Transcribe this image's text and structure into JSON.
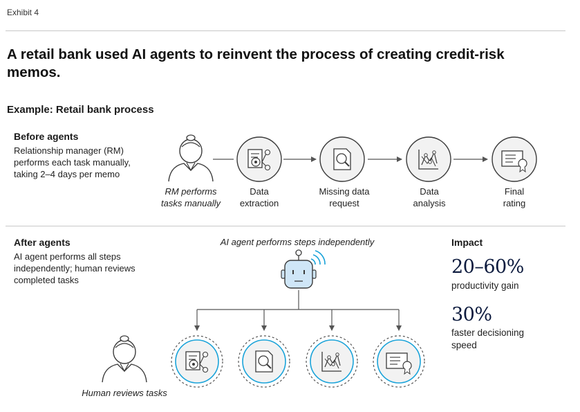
{
  "exhibit": "Exhibit 4",
  "title": "A retail bank used AI agents to reinvent the process of creating credit-risk memos.",
  "example_heading": "Example: Retail bank process",
  "before": {
    "heading": "Before agents",
    "description": "Relationship manager (RM) performs each task manually, taking 2–4 days per memo",
    "person_caption_1": "RM performs",
    "person_caption_2": "tasks manually",
    "steps": [
      {
        "line1": "Data",
        "line2": "extraction",
        "icon": "data-extraction-icon"
      },
      {
        "line1": "Missing data",
        "line2": "request",
        "icon": "document-search-icon"
      },
      {
        "line1": "Data",
        "line2": "analysis",
        "icon": "analysis-chart-icon"
      },
      {
        "line1": "Final",
        "line2": "rating",
        "icon": "certificate-icon"
      }
    ]
  },
  "after": {
    "heading": "After agents",
    "description": "AI agent performs all steps independently; human reviews completed tasks",
    "agent_caption": "AI agent performs steps independently",
    "human_caption": "Human reviews tasks"
  },
  "impact": {
    "heading": "Impact",
    "metric1_value": "20–60%",
    "metric1_label": "productivity gain",
    "metric2_value": "30%",
    "metric2_label": "faster decisioning speed"
  },
  "colors": {
    "accent": "#1aa3d9",
    "icon_stroke": "#3a3a3a",
    "circle_fill": "#f2f2f2",
    "robot_fill": "#cfe6f7"
  }
}
